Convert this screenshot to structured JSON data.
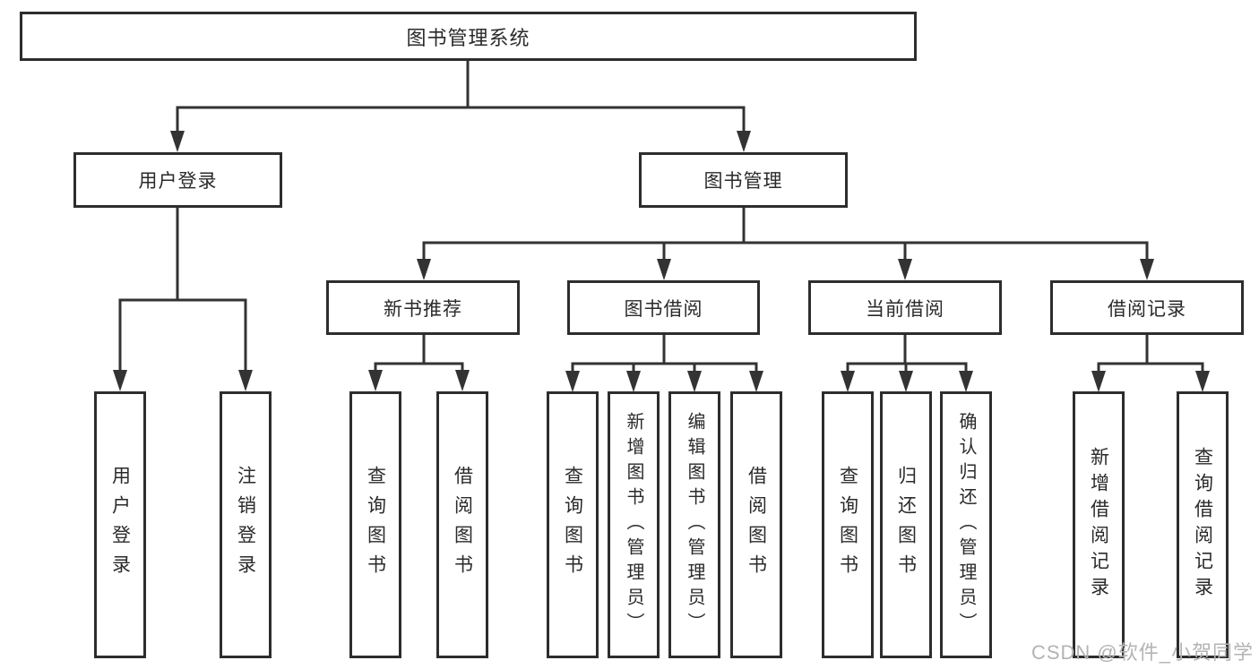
{
  "diagram": {
    "type": "tree",
    "colors": {
      "line": "#333333",
      "box_border": "#2d2d2d",
      "box_fill": "#ffffff",
      "text": "#2a2a2a",
      "watermark": "#b3b3b3"
    },
    "nodes": {
      "root": "图书管理系统",
      "user_login": "用户登录",
      "book_mgmt": "图书管理",
      "new_book_rec": "新书推荐",
      "book_borrow": "图书借阅",
      "current_borrow": "当前借阅",
      "borrow_records": "借阅记录",
      "leaf_user_login": "用户登录",
      "leaf_logout": "注销登录",
      "leaf_nb_query": "查询图书",
      "leaf_nb_borrow": "借阅图书",
      "leaf_bb_query": "查询图书",
      "leaf_bb_add": "新增图书（管理员）",
      "leaf_bb_edit": "编辑图书（管理员）",
      "leaf_bb_borrow": "借阅图书",
      "leaf_cb_query": "查询图书",
      "leaf_cb_return": "归还图书",
      "leaf_cb_confirm": "确认归还（管理员）",
      "leaf_br_add": "新增借阅记录",
      "leaf_br_query": "查询借阅记录"
    },
    "hierarchy": {
      "图书管理系统": {
        "用户登录": [
          "用户登录",
          "注销登录"
        ],
        "图书管理": {
          "新书推荐": [
            "查询图书",
            "借阅图书"
          ],
          "图书借阅": [
            "查询图书",
            "新增图书（管理员）",
            "编辑图书（管理员）",
            "借阅图书"
          ],
          "当前借阅": [
            "查询图书",
            "归还图书",
            "确认归还（管理员）"
          ],
          "借阅记录": [
            "新增借阅记录",
            "查询借阅记录"
          ]
        }
      }
    },
    "watermark": "CSDN @软件_小贺同学"
  }
}
